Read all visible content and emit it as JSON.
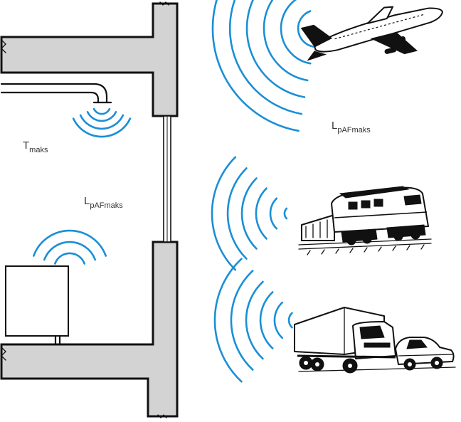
{
  "labels": {
    "tmax_main": "T",
    "tmax_sub": "maks",
    "lp_inside_main": "L",
    "lp_inside_sub": "pAFmaks",
    "lp_outside_main": "L",
    "lp_outside_sub": "pAFmaks"
  },
  "colors": {
    "wave": "#1a8fd6",
    "wall_fill": "#d3d3d3",
    "ink": "#111111",
    "text": "#333333"
  },
  "icons": [
    "airplane-icon",
    "train-icon",
    "truck-icon",
    "car-icon",
    "faucet-icon",
    "appliance-icon",
    "window-icon"
  ]
}
